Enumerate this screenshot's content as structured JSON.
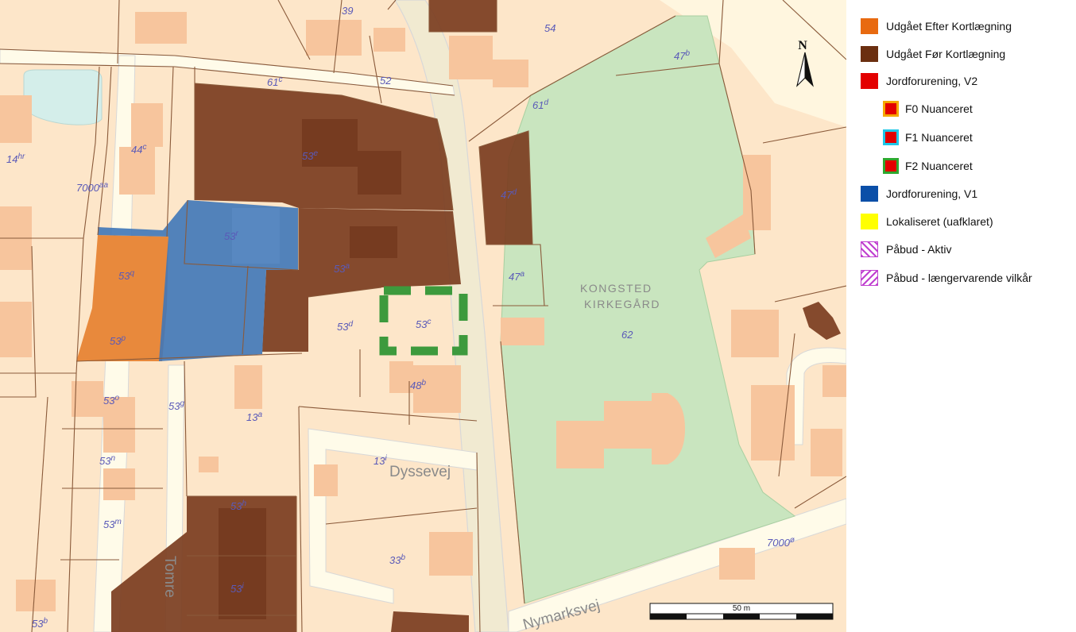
{
  "map": {
    "north_arrow": "N",
    "place_label": [
      "KONGSTED",
      "KIRKEGÅRD"
    ],
    "streets": {
      "dyssevej": "Dyssevej",
      "nymarksvej": "Nymarksvej",
      "tomre": "Tomre"
    },
    "scale_label": "50 m",
    "parcels": [
      {
        "num": "39",
        "sup": ""
      },
      {
        "num": "54",
        "sup": ""
      },
      {
        "num": "47",
        "sup": "b"
      },
      {
        "num": "61",
        "sup": "c"
      },
      {
        "num": "52",
        "sup": ""
      },
      {
        "num": "61",
        "sup": "d"
      },
      {
        "num": "14",
        "sup": "hr"
      },
      {
        "num": "44",
        "sup": "c"
      },
      {
        "num": "53",
        "sup": "e"
      },
      {
        "num": "7000",
        "sup": "aa"
      },
      {
        "num": "47",
        "sup": "d"
      },
      {
        "num": "53",
        "sup": "r"
      },
      {
        "num": "53",
        "sup": "q"
      },
      {
        "num": "53",
        "sup": "a"
      },
      {
        "num": "47",
        "sup": "a"
      },
      {
        "num": "53",
        "sup": "d"
      },
      {
        "num": "53",
        "sup": "c"
      },
      {
        "num": "53",
        "sup": "p"
      },
      {
        "num": "62",
        "sup": ""
      },
      {
        "num": "53",
        "sup": "o"
      },
      {
        "num": "53",
        "sup": "g"
      },
      {
        "num": "48",
        "sup": "b"
      },
      {
        "num": "13",
        "sup": "a"
      },
      {
        "num": "53",
        "sup": "n"
      },
      {
        "num": "13",
        "sup": "i"
      },
      {
        "num": "53",
        "sup": "m"
      },
      {
        "num": "53",
        "sup": "h"
      },
      {
        "num": "7000",
        "sup": "ø"
      },
      {
        "num": "33",
        "sup": "b"
      },
      {
        "num": "53",
        "sup": "i"
      },
      {
        "num": "53",
        "sup": "b"
      }
    ]
  },
  "legend": {
    "items": [
      {
        "label": "Udgået Efter Kortlægning",
        "color": "#e86a10"
      },
      {
        "label": "Udgået Før Kortlægning",
        "color": "#6b2f10"
      },
      {
        "label": "Jordforurening, V2",
        "color": "#e30000"
      },
      {
        "label": "F0 Nuanceret",
        "fill": "#e30000",
        "border": "#f5a800"
      },
      {
        "label": "F1 Nuanceret",
        "fill": "#e30000",
        "border": "#1fc8e8"
      },
      {
        "label": "F2 Nuanceret",
        "fill": "#e30000",
        "border": "#2fa82f"
      },
      {
        "label": "Jordforurening, V1",
        "color": "#0b4fa8"
      },
      {
        "label": "Lokaliseret (uafklaret)",
        "color": "#ffff00"
      },
      {
        "label": "Påbud - Aktiv",
        "color": "#c040d0"
      },
      {
        "label": "Påbud - længervarende vilkår",
        "color": "#c040d0"
      }
    ]
  },
  "colors": {
    "parcel_bg": "#fde6c9",
    "building": "#f7c59d",
    "road": "#fffbe9",
    "road_edge": "#d8d8d8",
    "cemetery": "#c9e5bf",
    "parcel_line": "#8a5a3a",
    "before_mapping": "#7b3d1f",
    "after_mapping": "#e8893c",
    "v1": "#3f77b8",
    "f2_border": "#3d9a3d"
  }
}
